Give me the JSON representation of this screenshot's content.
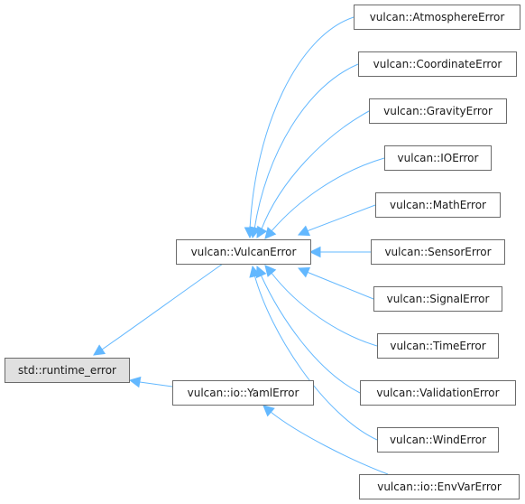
{
  "diagram": {
    "colors": {
      "edge": "#63b8ff",
      "node_border": "#6b6b6b",
      "root_fill": "#e0e0e0",
      "node_fill": "#ffffff",
      "text": "#1a1a1a"
    },
    "nodes": {
      "runtime_error": "std::runtime_error",
      "vulcan_error": "vulcan::VulcanError",
      "yaml_error": "vulcan::io::YamlError",
      "atmosphere_error": "vulcan::AtmosphereError",
      "coordinate_error": "vulcan::CoordinateError",
      "gravity_error": "vulcan::GravityError",
      "io_error": "vulcan::IOError",
      "math_error": "vulcan::MathError",
      "sensor_error": "vulcan::SensorError",
      "signal_error": "vulcan::SignalError",
      "time_error": "vulcan::TimeError",
      "validation_error": "vulcan::ValidationError",
      "wind_error": "vulcan::WindError",
      "env_var_error": "vulcan::io::EnvVarError"
    }
  }
}
